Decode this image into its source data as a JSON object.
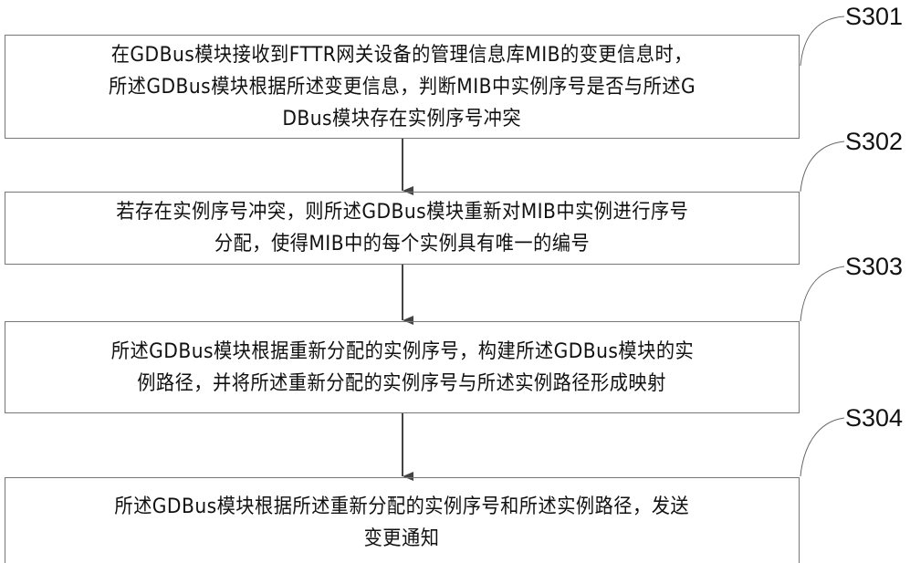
{
  "steps": [
    {
      "label": "S301",
      "lines": [
        "在GDBus模块接收到FTTR网关设备的管理信息库MIB的变更信息时，",
        "所述GDBus模块根据所述变更信息，判断MIB中实例序号是否与所述G",
        "DBus模块存在实例序号冲突"
      ]
    },
    {
      "label": "S302",
      "lines": [
        "若存在实例序号冲突，则所述GDBus模块重新对MIB中实例进行序号",
        "分配，使得MIB中的每个实例具有唯一的编号"
      ]
    },
    {
      "label": "S303",
      "lines": [
        "所述GDBus模块根据重新分配的实例序号，构建所述GDBus模块的实",
        "例路径，并将所述重新分配的实例序号与所述实例路径形成映射"
      ]
    },
    {
      "label": "S304",
      "lines": [
        "所述GDBus模块根据所述重新分配的实例序号和所述实例路径，发送",
        "变更通知"
      ]
    }
  ]
}
